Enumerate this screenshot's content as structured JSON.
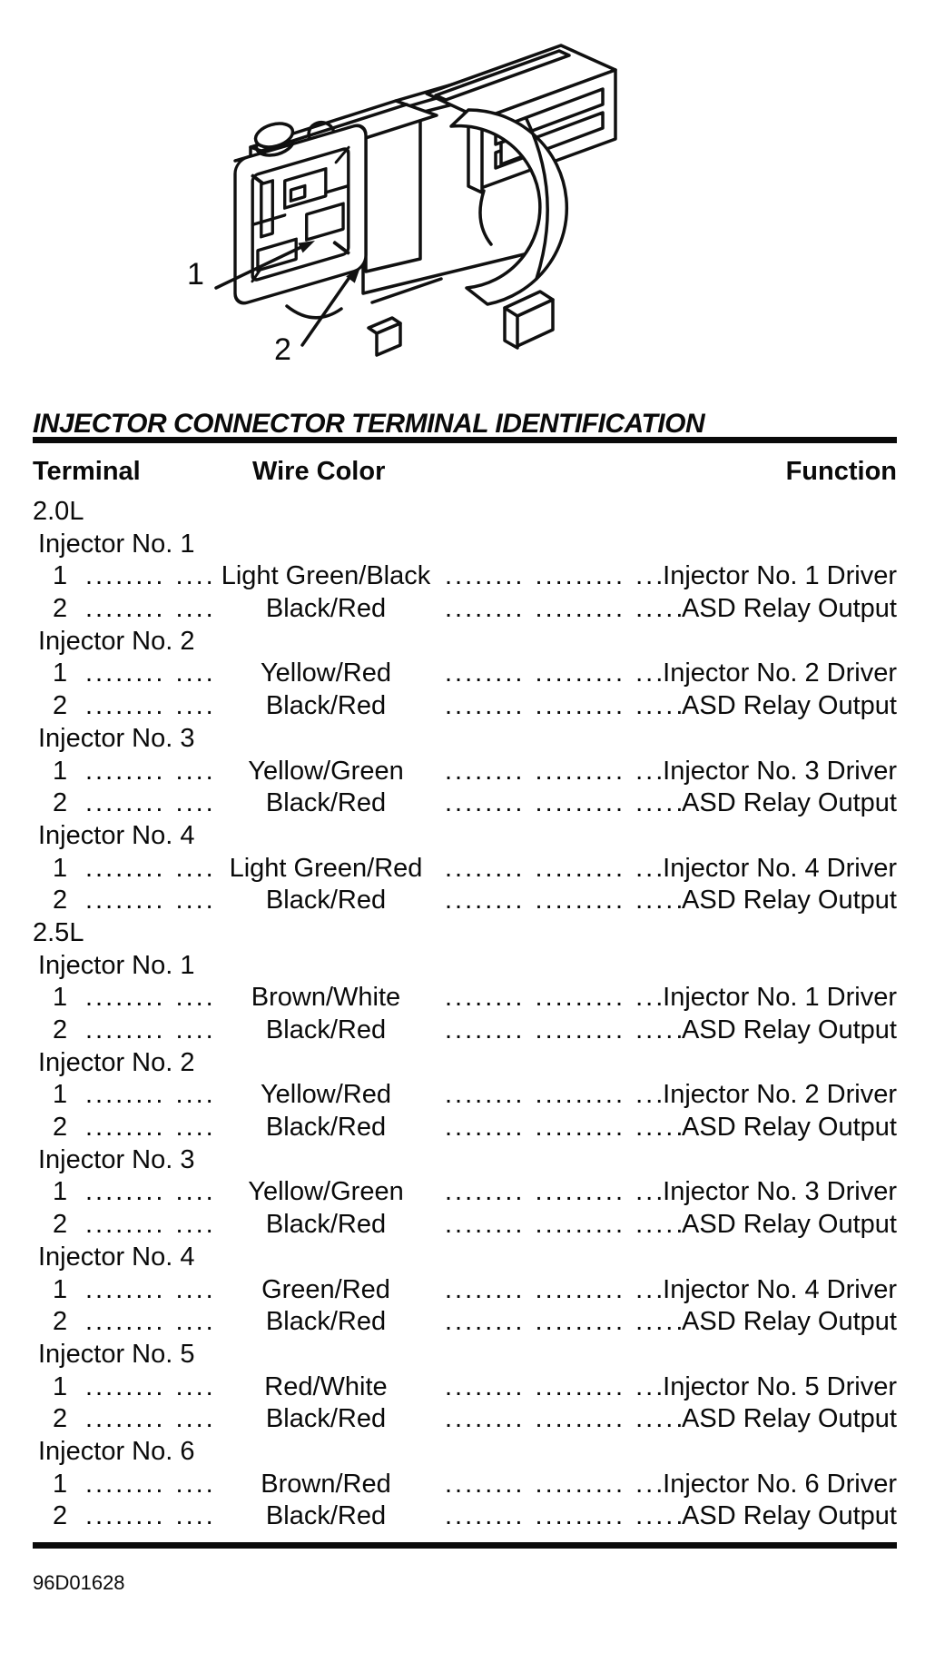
{
  "colors": {
    "ink": "#0a0a0a",
    "paper": "#ffffff"
  },
  "figure": {
    "callout_1": "1",
    "callout_2": "2"
  },
  "heading": "INJECTOR CONNECTOR TERMINAL IDENTIFICATION",
  "leader_dots": "........ ......... ........ ......... ........ ......... ........ ......... ........ .........",
  "table": {
    "columns": {
      "terminal": "Terminal",
      "wire_color": "Wire Color",
      "function": "Function"
    },
    "sections": [
      {
        "engine": "2.0L",
        "injectors": [
          {
            "label": "Injector No. 1",
            "rows": [
              {
                "terminal": "1",
                "wire_color": "Light Green/Black",
                "function": "Injector No. 1 Driver"
              },
              {
                "terminal": "2",
                "wire_color": "Black/Red",
                "function": "ASD Relay Output"
              }
            ]
          },
          {
            "label": "Injector No. 2",
            "rows": [
              {
                "terminal": "1",
                "wire_color": "Yellow/Red",
                "function": "Injector No. 2 Driver"
              },
              {
                "terminal": "2",
                "wire_color": "Black/Red",
                "function": "ASD Relay Output"
              }
            ]
          },
          {
            "label": "Injector No. 3",
            "rows": [
              {
                "terminal": "1",
                "wire_color": "Yellow/Green",
                "function": "Injector No. 3 Driver"
              },
              {
                "terminal": "2",
                "wire_color": "Black/Red",
                "function": "ASD Relay Output"
              }
            ]
          },
          {
            "label": "Injector No. 4",
            "rows": [
              {
                "terminal": "1",
                "wire_color": "Light Green/Red",
                "function": "Injector No. 4 Driver"
              },
              {
                "terminal": "2",
                "wire_color": "Black/Red",
                "function": "ASD Relay Output"
              }
            ]
          }
        ]
      },
      {
        "engine": "2.5L",
        "injectors": [
          {
            "label": "Injector No. 1",
            "rows": [
              {
                "terminal": "1",
                "wire_color": "Brown/White",
                "function": "Injector No. 1 Driver"
              },
              {
                "terminal": "2",
                "wire_color": "Black/Red",
                "function": "ASD Relay Output"
              }
            ]
          },
          {
            "label": "Injector No. 2",
            "rows": [
              {
                "terminal": "1",
                "wire_color": "Yellow/Red",
                "function": "Injector No. 2 Driver"
              },
              {
                "terminal": "2",
                "wire_color": "Black/Red",
                "function": "ASD Relay Output"
              }
            ]
          },
          {
            "label": "Injector No. 3",
            "rows": [
              {
                "terminal": "1",
                "wire_color": "Yellow/Green",
                "function": "Injector No. 3 Driver"
              },
              {
                "terminal": "2",
                "wire_color": "Black/Red",
                "function": "ASD Relay Output"
              }
            ]
          },
          {
            "label": "Injector No. 4",
            "rows": [
              {
                "terminal": "1",
                "wire_color": "Green/Red",
                "function": "Injector No. 4 Driver"
              },
              {
                "terminal": "2",
                "wire_color": "Black/Red",
                "function": "ASD Relay Output"
              }
            ]
          },
          {
            "label": "Injector No. 5",
            "rows": [
              {
                "terminal": "1",
                "wire_color": "Red/White",
                "function": "Injector No. 5 Driver"
              },
              {
                "terminal": "2",
                "wire_color": "Black/Red",
                "function": "ASD Relay Output"
              }
            ]
          },
          {
            "label": "Injector No. 6",
            "rows": [
              {
                "terminal": "1",
                "wire_color": "Brown/Red",
                "function": "Injector No. 6 Driver"
              },
              {
                "terminal": "2",
                "wire_color": "Black/Red",
                "function": "ASD Relay Output"
              }
            ]
          }
        ]
      }
    ]
  },
  "footer": {
    "figure_id": "96D01628"
  }
}
